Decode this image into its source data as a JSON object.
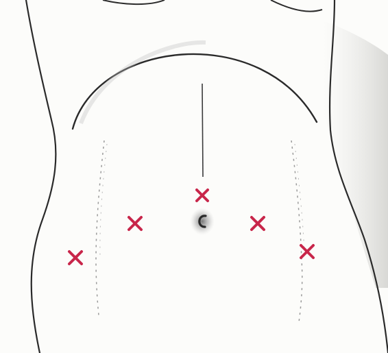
{
  "illustration": {
    "subject": "abdomen-outline",
    "colors": {
      "paper": "#fcfcfa",
      "outline": "#2a2a2a",
      "shading": "#9a9a9a",
      "port_marker": "#c8264a",
      "navel": "#3a3a3a"
    },
    "port_markers": [
      {
        "id": "port-supraumbilical",
        "symbol": "×"
      },
      {
        "id": "port-left-upper",
        "symbol": "×"
      },
      {
        "id": "port-right-upper",
        "symbol": "×"
      },
      {
        "id": "port-left-lower",
        "symbol": "×"
      },
      {
        "id": "port-right-lower",
        "symbol": "×"
      }
    ]
  }
}
